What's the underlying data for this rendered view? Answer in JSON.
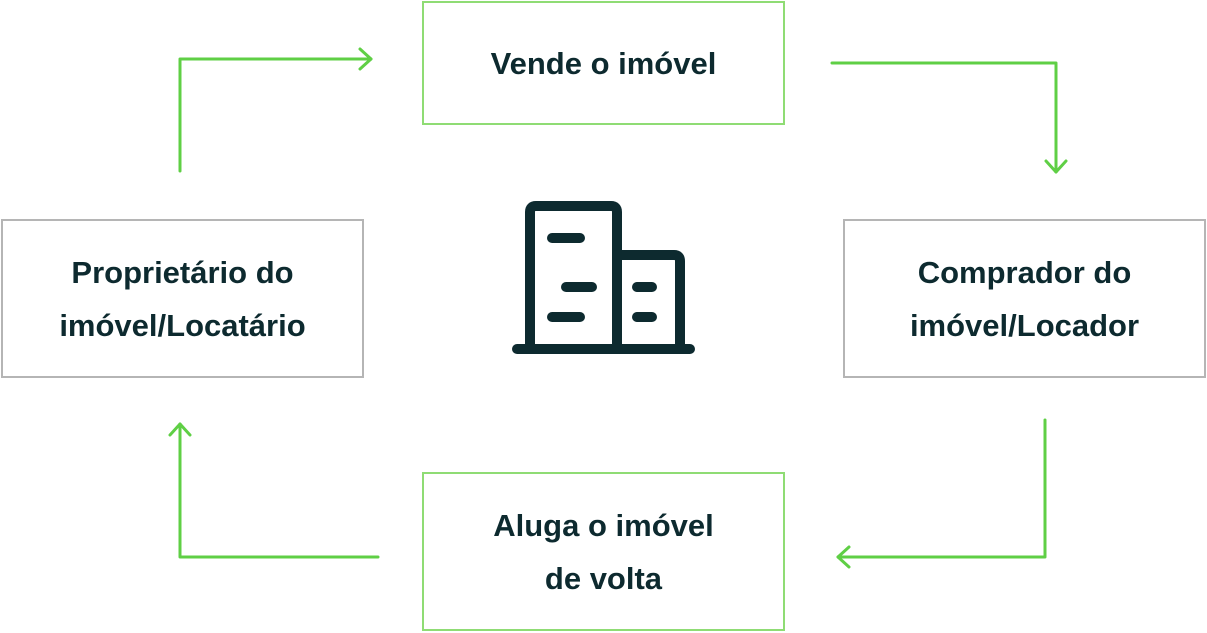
{
  "colors": {
    "arrow": "#5fcf45",
    "text": "#0d2a2f",
    "icon": "#0d2a2f",
    "box_border_green": "#8fdc74",
    "box_border_gray": "#b5b5b5"
  },
  "center_icon": "office-building-icon",
  "steps": {
    "top": "Vende o imóvel",
    "right": "Comprador do\nimóvel/Locador",
    "bottom": "Aluga o imóvel\nde volta",
    "left": "Proprietário do\nimóvel/Locatário"
  }
}
